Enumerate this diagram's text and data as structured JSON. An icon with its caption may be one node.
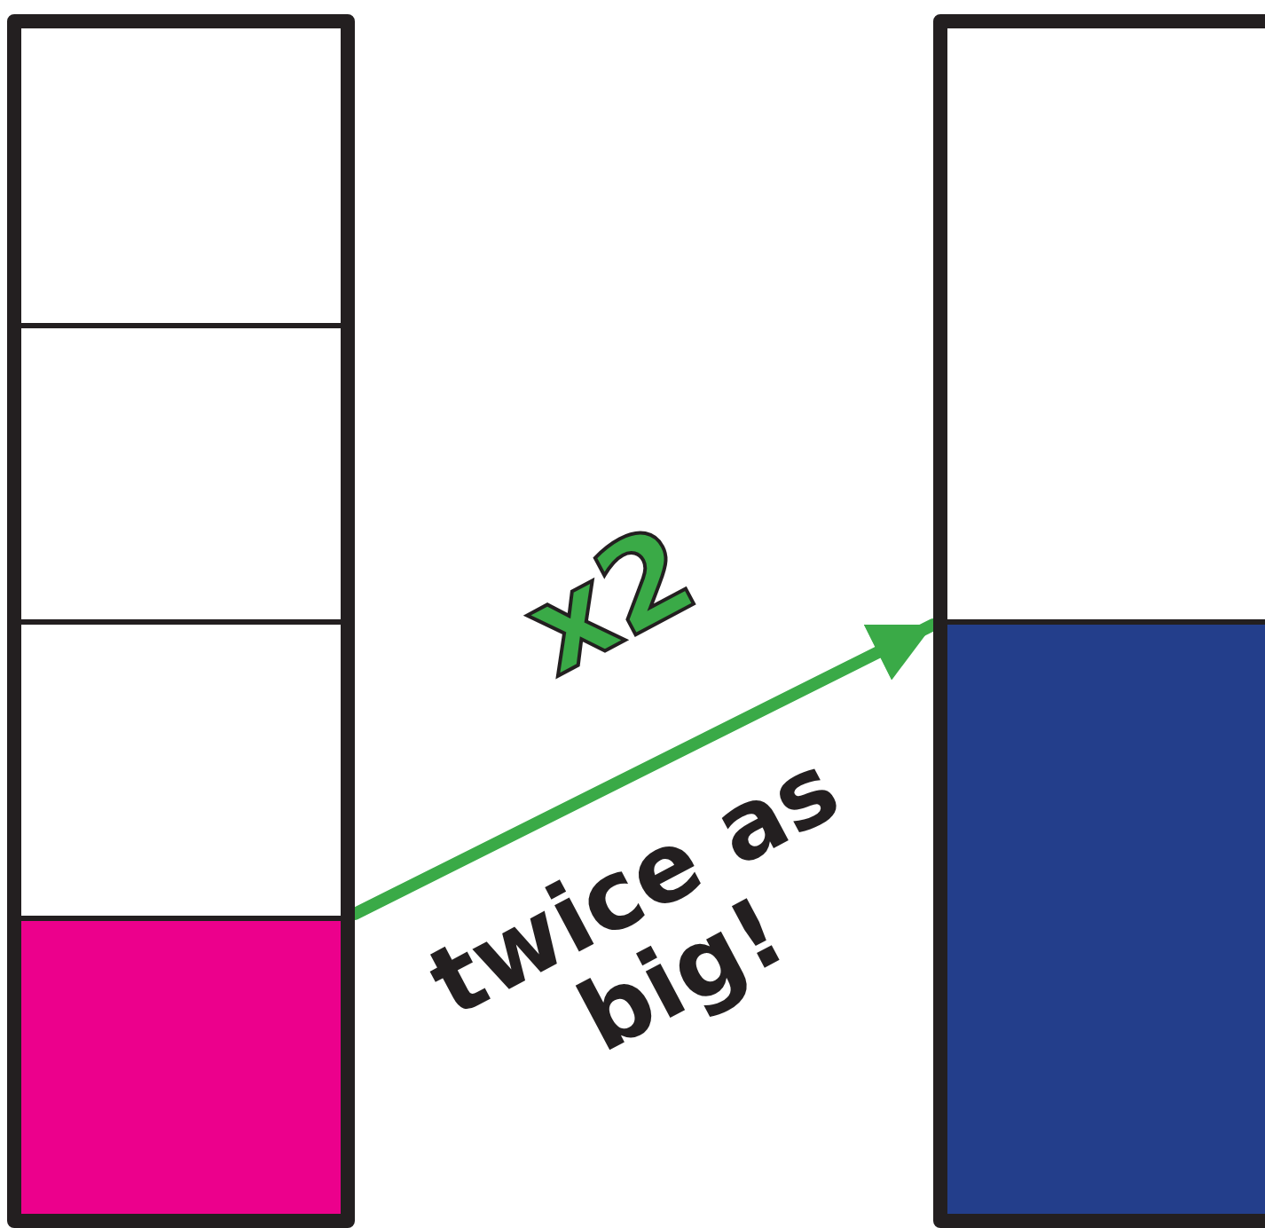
{
  "diagram": {
    "nodes": [
      {
        "text": [],
        "shape": "bar"
      },
      {
        "text": [],
        "shape": "bar"
      }
    ],
    "edges": [
      {
        "from": 0,
        "to": 1,
        "arrow": "to",
        "label": "x2",
        "color": "#3aaa47"
      }
    ],
    "labels": [
      "twice as big!"
    ]
  }
}
